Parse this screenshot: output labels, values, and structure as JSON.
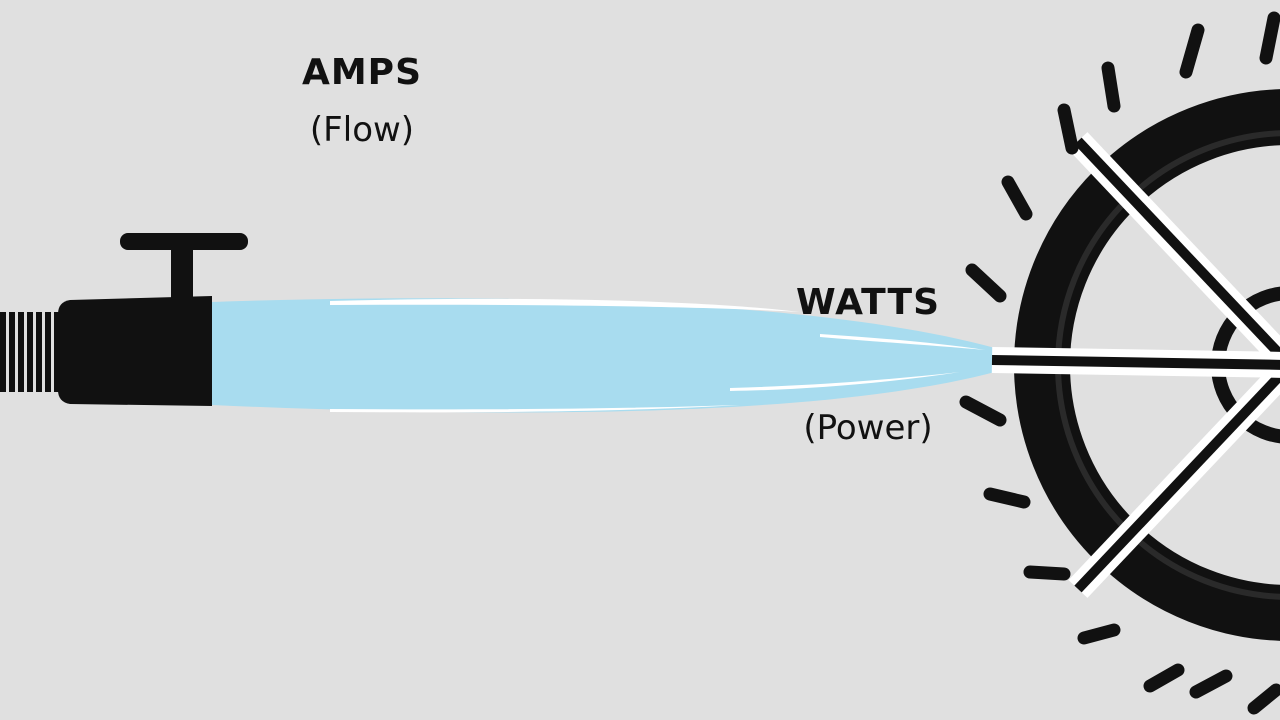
{
  "labels": {
    "amps_title": "AMPS",
    "amps_subtitle": "(Flow)",
    "watts_title": "WATTS",
    "watts_subtitle": "(Power)"
  },
  "icons": {
    "faucet": "faucet-icon",
    "water_stream": "water-stream",
    "water_wheel": "water-wheel-icon"
  },
  "colors": {
    "background": "#e0e0e0",
    "ink": "#111111",
    "water": "#a8dcef",
    "water_highlight": "#ffffff"
  }
}
